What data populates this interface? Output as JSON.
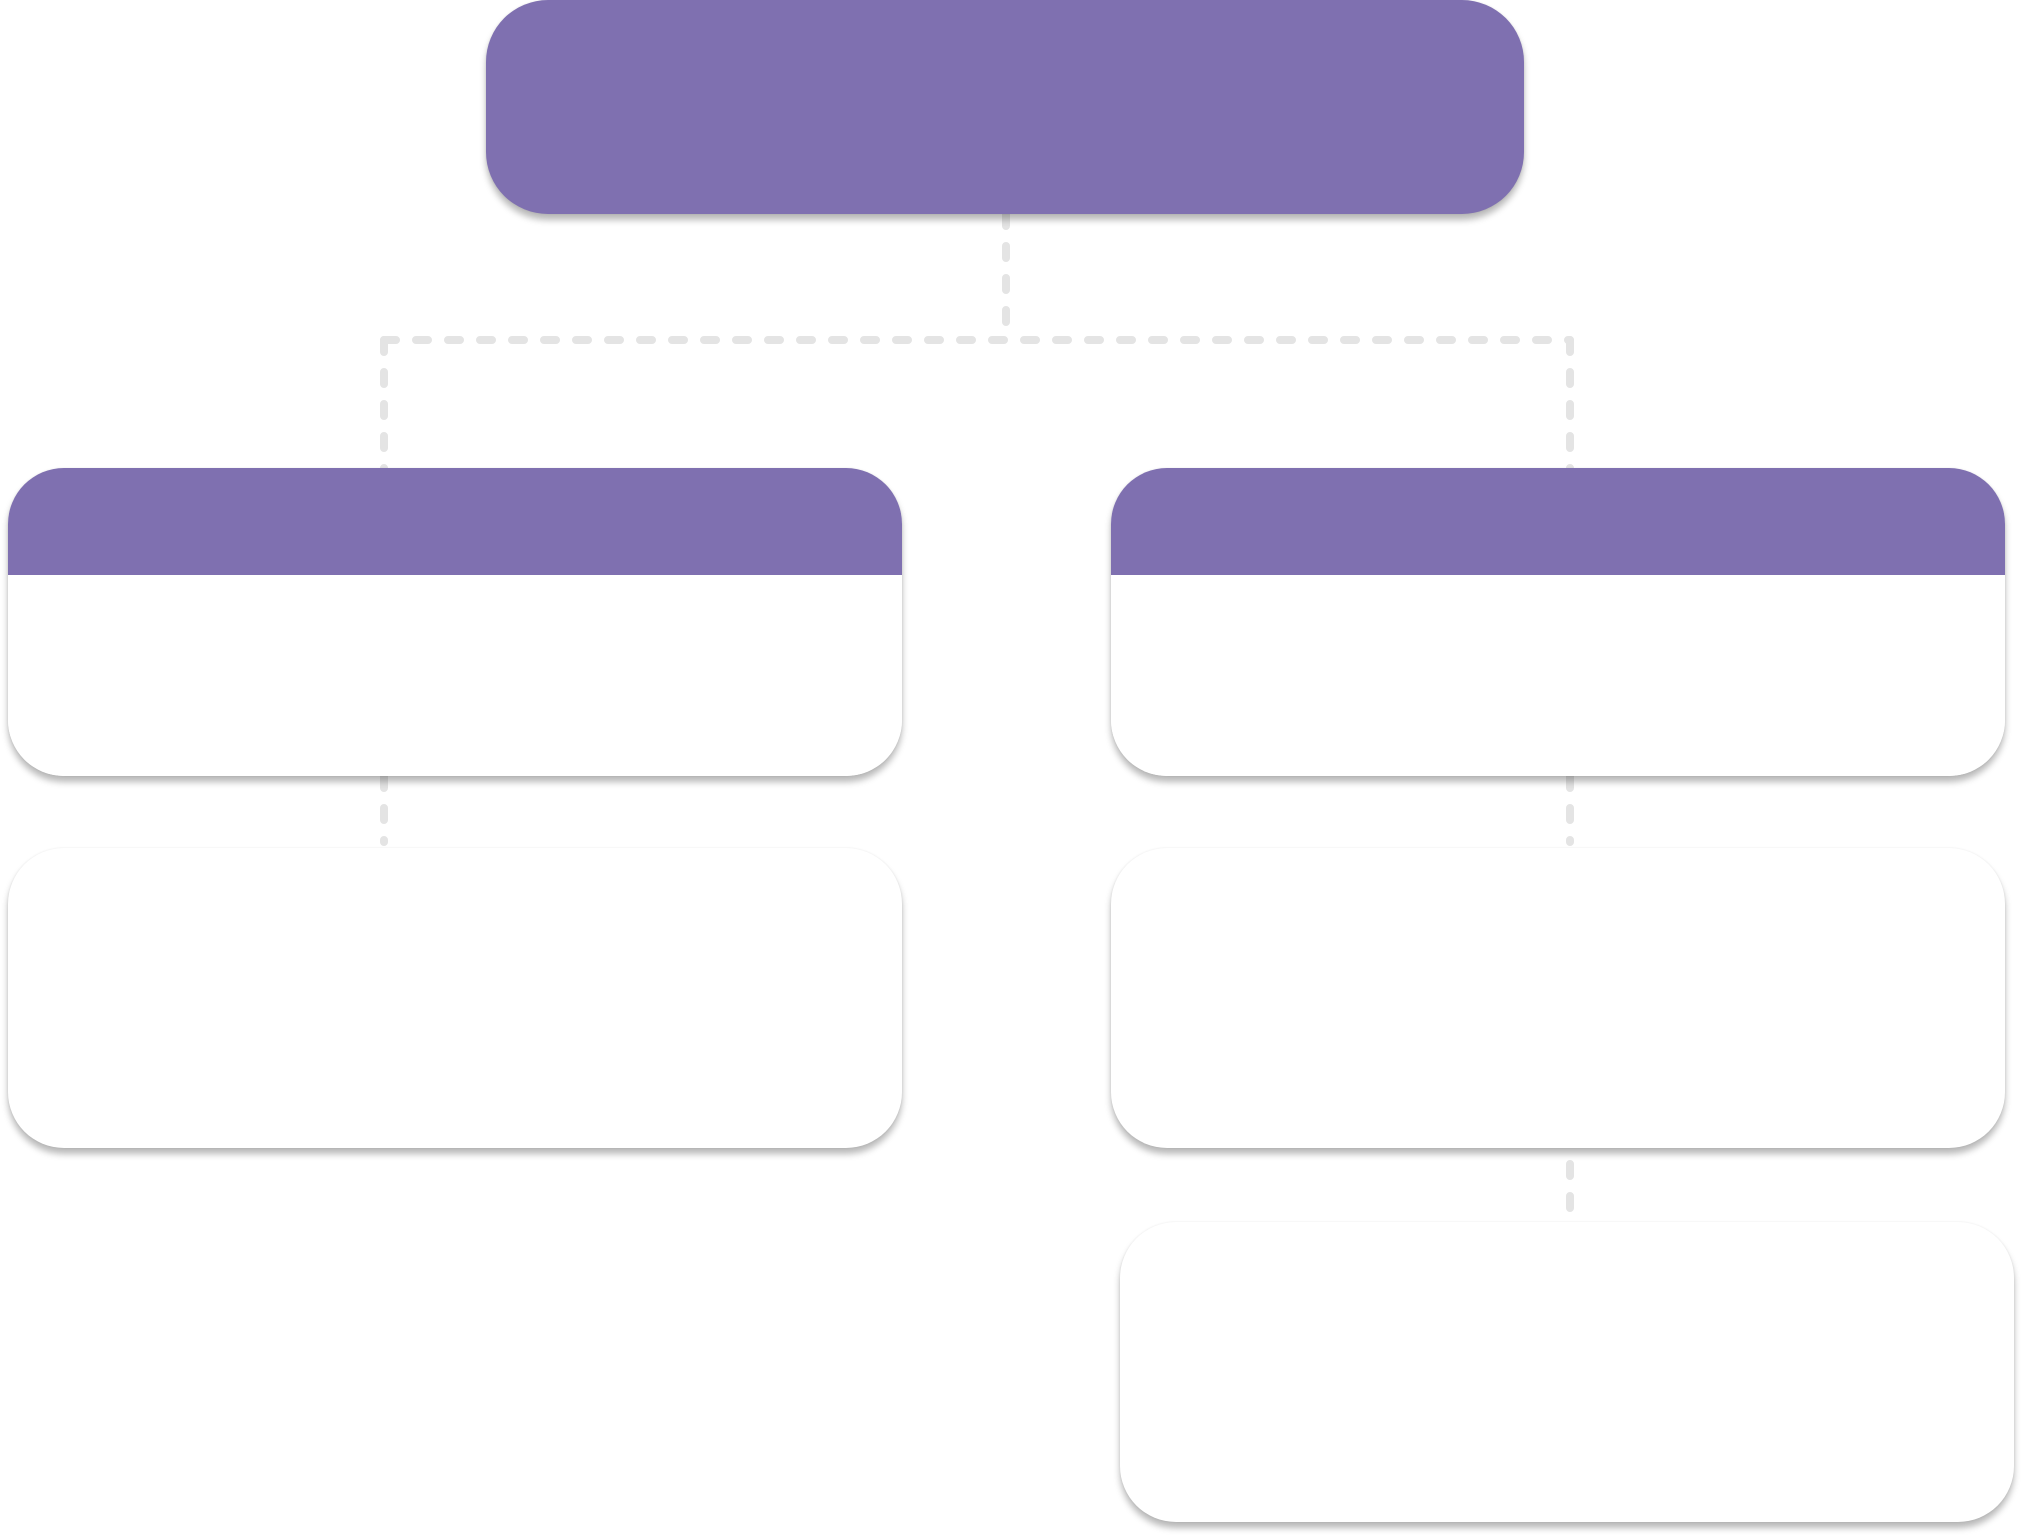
{
  "diagram": {
    "type": "hierarchy",
    "colors": {
      "header_fill": "#7f70b0",
      "box_fill": "#ffffff",
      "connector_color": "#e4e4e4"
    },
    "nodes": [
      {
        "id": "root",
        "label": ""
      },
      {
        "id": "card-left",
        "label": ""
      },
      {
        "id": "card-right",
        "label": ""
      },
      {
        "id": "plain-left",
        "label": ""
      },
      {
        "id": "plain-right",
        "label": ""
      },
      {
        "id": "plain-bottom",
        "label": ""
      }
    ],
    "edges": [
      {
        "from": "root",
        "to": "card-left"
      },
      {
        "from": "root",
        "to": "card-right"
      },
      {
        "from": "card-left",
        "to": "plain-left"
      },
      {
        "from": "card-right",
        "to": "plain-right"
      },
      {
        "from": "plain-right",
        "to": "plain-bottom"
      }
    ]
  }
}
